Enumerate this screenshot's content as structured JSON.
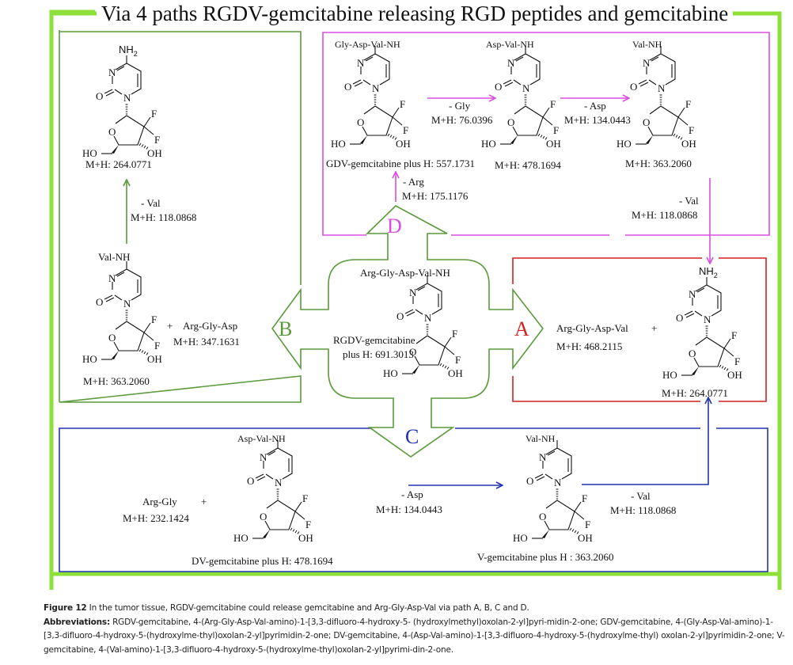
{
  "title": "Via 4 paths RGDV-gemcitabine releasing RGD peptides and gemcitabine",
  "colors": {
    "outer_frame": "#8ee03a",
    "path_B_and_arrows": "#5a9a3a",
    "path_D": "#d94ee0",
    "path_A": "#d42020",
    "path_C": "#2233b0",
    "text": "#111111"
  },
  "center": {
    "substituent": "Arg-Gly-Asp-Val-NH",
    "name_line1": "RGDV-gemcitabine",
    "name_line2": "plus H: 691.3013"
  },
  "path_letters": {
    "A": "A",
    "B": "B",
    "C": "C",
    "D": "D"
  },
  "path_B": {
    "top_molecule": {
      "substituent": "NH2",
      "mass": "M+H: 264.0771"
    },
    "step": {
      "loss": "- Val",
      "mass": "M+H: 118.0868"
    },
    "bottom_molecule": {
      "substituent": "Val-NH",
      "mass": "M+H: 363.2060"
    },
    "byproduct": {
      "plus": "+",
      "name": "Arg-Gly-Asp",
      "mass": "M+H: 347.1631"
    }
  },
  "path_D": {
    "entry_step": {
      "loss": "- Arg",
      "mass": "M+H: 175.1176"
    },
    "molecules": [
      {
        "substituent": "Gly-Asp-Val-NH",
        "mass": "GDV-gemcitabine plus H: 557.1731"
      },
      {
        "substituent": "Asp-Val-NH",
        "mass": "M+H: 478.1694"
      },
      {
        "substituent": "Val-NH",
        "mass": "M+H: 363.2060"
      }
    ],
    "steps": [
      {
        "loss": "- Gly",
        "mass": "M+H: 76.0396"
      },
      {
        "loss": "- Asp",
        "mass": "M+H: 134.0443"
      }
    ],
    "exit_step": {
      "loss": "- Val",
      "mass": "M+H: 118.0868"
    }
  },
  "path_A": {
    "byproduct": {
      "name": "Arg-Gly-Asp-Val",
      "plus": "+",
      "mass": "M+H: 468.2115"
    },
    "molecule": {
      "substituent": "NH2",
      "mass": "M+H: 264.0771"
    }
  },
  "path_C": {
    "byproduct": {
      "name": "Arg-Gly",
      "plus": "+",
      "mass": "M+H: 232.1424"
    },
    "molecules": [
      {
        "substituent": "Asp-Val-NH",
        "mass": "DV-gemcitabine plus H: 478.1694"
      },
      {
        "substituent": "Val-NH",
        "mass": "V-gemcitabine plus H : 363.2060"
      }
    ],
    "step": {
      "loss": "- Asp",
      "mass": "M+H: 134.0443"
    },
    "exit_step": {
      "loss": "- Val",
      "mass": "M+H: 118.0868"
    }
  },
  "caption": {
    "figure_label": "Figure 12",
    "figure_text": " In the tumor tissue, RGDV-gemcitabine could release gemcitabine and Arg-Gly-Asp-Val via path A, B, C and D.",
    "abbrev_label": "Abbreviations:",
    "abbrev_text": " RGDV-gemcitabine, 4-(Arg-Gly-Asp-Val-amino)-1-[3,3-difluoro-4-hydroxy-5- (hydroxylmethyl)oxolan-2-yl]pyri-midin-2-one; GDV-gemcitabine, 4-(Gly-Asp-Val-amino)-1-[3,3-difluoro-4-hydroxy-5-(hydroxylme-thyl)oxolan-2-yl]pyrimidin-2-one; DV-gemcitabine, 4-(Asp-Val-amino)-1-[3,3-difluoro-4-hydroxy-5-(hydroxylme-thyl) oxolan-2-yl]pyrimidin-2-one; V-gemcitabine, 4-(Val-amino)-1-[3,3-difluoro-4-hydroxy-5-(hydroxylme-thyl)oxolan-2-yl]pyrimi-din-2-one."
  },
  "atoms": {
    "N": "N",
    "O": "O",
    "F": "F",
    "HO": "HO",
    "OH": "OH"
  }
}
